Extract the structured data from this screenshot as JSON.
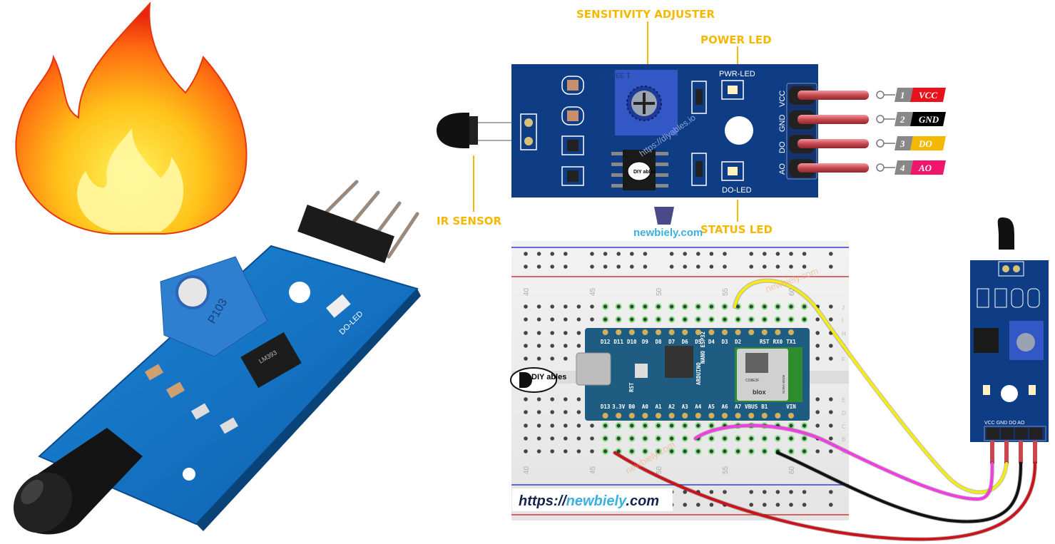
{
  "callouts": {
    "sensitivity": "SENSITIVITY ADJUSTER",
    "power_led": "POWER LED",
    "ir_sensor": "IR SENSOR",
    "status_led": "STATUS LED"
  },
  "pcb_labels": {
    "pwr_led": "PWR-LED",
    "do_led": "DO-LED",
    "pot_code": "1 3362 3",
    "watermark": "https://diyables.io",
    "header_pins": [
      "VCC",
      "GND",
      "DO",
      "AO"
    ]
  },
  "pins": [
    {
      "num": "1",
      "name": "VCC",
      "color": "#e8121c"
    },
    {
      "num": "2",
      "name": "GND",
      "color": "#000000"
    },
    {
      "num": "3",
      "name": "DO",
      "color": "#f5b800"
    },
    {
      "num": "4",
      "name": "AO",
      "color": "#f0166e"
    }
  ],
  "brand": {
    "newbiely": "newbiely.com",
    "url_prefix": "https://",
    "url_name": "newbiely",
    "url_suffix": ".com",
    "diy_logo": "DIY ables"
  },
  "breadboard": {
    "column_numbers": [
      "40",
      "45",
      "50",
      "55",
      "60"
    ],
    "row_letters_top": [
      "J",
      "I",
      "H",
      "G",
      "F"
    ],
    "row_letters_bottom": [
      "E",
      "D",
      "C",
      "B",
      "A"
    ]
  },
  "arduino": {
    "top_pins": [
      "D12",
      "D11",
      "D10",
      "D9",
      "D8",
      "D7",
      "D6",
      "D5",
      "D4",
      "D3",
      "D2",
      "",
      "RST",
      "RX0",
      "TX1"
    ],
    "bottom_pins": [
      "D13",
      "3.3V",
      "B0",
      "A0",
      "A1",
      "A2",
      "A3",
      "A4",
      "A5",
      "A6",
      "A7",
      "VBUS",
      "B1",
      "",
      "VIN"
    ],
    "board_name": "NANO ESP32",
    "brand": "ARDUINO",
    "module_maker": "blox",
    "module_code": "CO8E3F",
    "module_model": "NORA-W106",
    "rst_label": "RST"
  },
  "photo_module": {
    "labels": [
      "DO-LED",
      "P103",
      "LM393",
      "VCC GND DO AO"
    ]
  },
  "wires": {
    "vcc": "#c8141a",
    "gnd": "#111111",
    "do": "#f3ea1a",
    "ao": "#ef3fe0"
  }
}
